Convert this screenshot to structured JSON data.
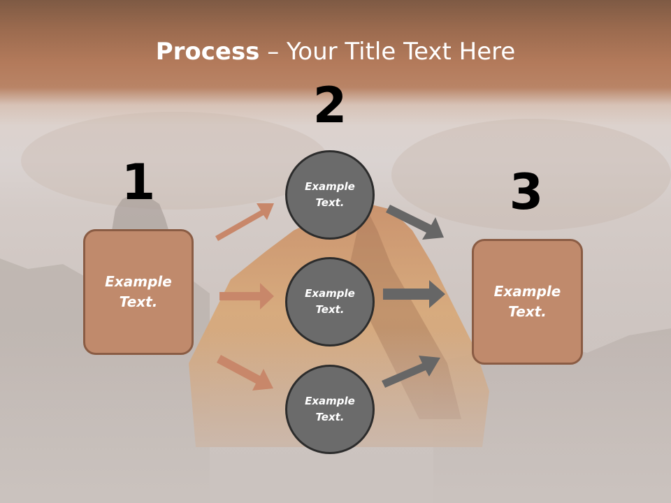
{
  "title": {
    "strong": "Process",
    "rest": " – Your Title Text Here"
  },
  "steps": {
    "one": "1",
    "two": "2",
    "three": "3"
  },
  "left_box": {
    "line1": "Example",
    "line2": "Text."
  },
  "right_box": {
    "line1": "Example",
    "line2": "Text."
  },
  "circles": [
    {
      "line1": "Example",
      "line2": "Text."
    },
    {
      "line1": "Example",
      "line2": "Text."
    },
    {
      "line1": "Example",
      "line2": "Text."
    }
  ],
  "colors": {
    "box_fill": "#c08a6c",
    "box_border": "#8a5c44",
    "circle_fill": "#6b6b6b",
    "circle_border": "#2c2c2c",
    "arrow_in": "#c8876a",
    "arrow_out": "#666666"
  }
}
